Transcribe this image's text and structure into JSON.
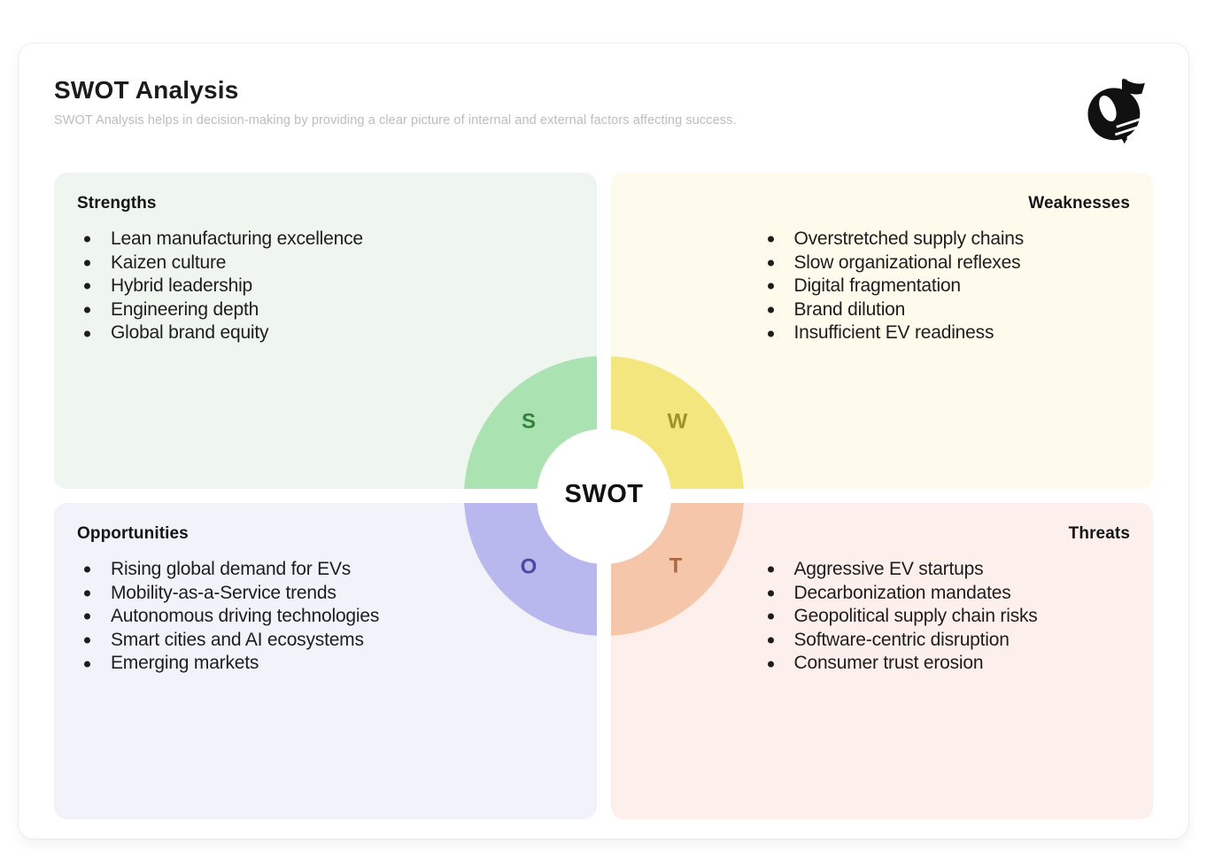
{
  "header": {
    "title": "SWOT Analysis",
    "subtitle": "SWOT Analysis helps in decision-making by providing a clear picture of internal and external factors affecting success.",
    "logo_icon": "gothic-letter-g",
    "logo_color": "#111111"
  },
  "hub": {
    "center_label": "SWOT",
    "center_label_color": "#111111",
    "center_circle_color": "#ffffff",
    "gap_color": "#ffffff"
  },
  "quadrants": [
    {
      "id": "strengths",
      "title": "Strengths",
      "title_align": "left",
      "background": "#eff6ef",
      "arc_letter": "S",
      "arc_color": "#aae2b2",
      "arc_letter_color": "#35823f",
      "items": [
        "Lean manufacturing excellence",
        "Kaizen culture",
        "Hybrid leadership",
        "Engineering depth",
        "Global brand equity"
      ]
    },
    {
      "id": "weaknesses",
      "title": "Weaknesses",
      "title_align": "right",
      "background": "#fefaec",
      "arc_letter": "W",
      "arc_color": "#f4e67e",
      "arc_letter_color": "#a0912a",
      "items": [
        "Overstretched supply chains",
        "Slow organizational reflexes",
        "Digital fragmentation",
        "Brand dilution",
        "Insufficient EV readiness"
      ]
    },
    {
      "id": "opportunities",
      "title": "Opportunities",
      "title_align": "left",
      "background": "#f2f2fb",
      "arc_letter": "O",
      "arc_color": "#b9b8ee",
      "arc_letter_color": "#4b49a0",
      "items": [
        "Rising global demand for EVs",
        "Mobility-as-a-Service trends",
        "Autonomous driving technologies",
        "Smart cities and AI ecosystems",
        "Emerging markets"
      ]
    },
    {
      "id": "threats",
      "title": "Threats",
      "title_align": "right",
      "background": "#fdf0ec",
      "arc_letter": "T",
      "arc_color": "#f5c6a9",
      "arc_letter_color": "#ad6740",
      "items": [
        "Aggressive EV startups",
        "Decarbonization mandates",
        "Geopolitical supply chain risks",
        "Software-centric disruption",
        "Consumer trust erosion"
      ]
    }
  ]
}
